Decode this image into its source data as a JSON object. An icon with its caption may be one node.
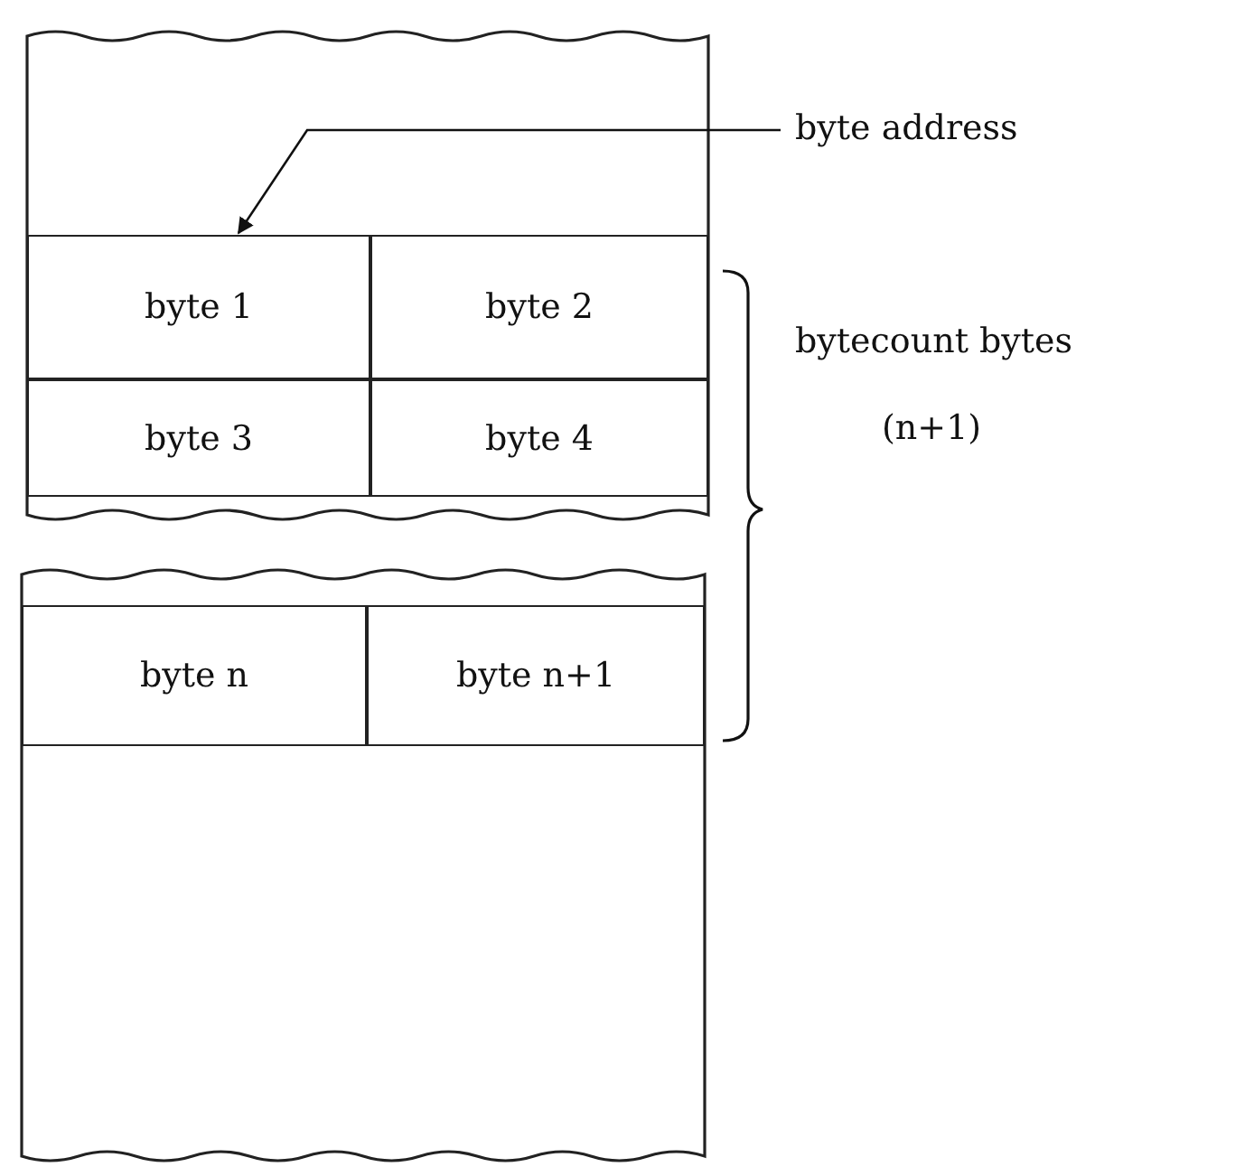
{
  "diagram": {
    "nodes": [
      {
        "text": [
          "byte address"
        ]
      },
      {
        "text": [
          "byte 1"
        ]
      },
      {
        "text": [
          "byte 2"
        ]
      },
      {
        "text": [
          "byte 3"
        ]
      },
      {
        "text": [
          "byte 4"
        ]
      },
      {
        "text": [
          "byte n"
        ]
      },
      {
        "text": [
          "byte n+1"
        ]
      }
    ],
    "edges": [
      {
        "from": 0,
        "to": 1,
        "arrow": "to"
      }
    ],
    "labels": [
      "bytecount bytes",
      "(n+1)"
    ]
  }
}
